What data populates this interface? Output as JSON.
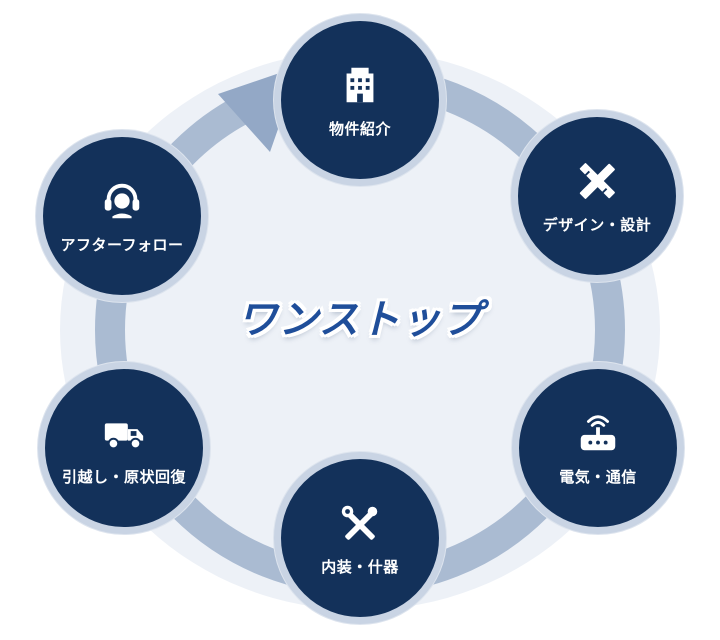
{
  "center_title": "ワンストップ",
  "nodes": [
    {
      "label": "物件紹介",
      "icon": "building-icon"
    },
    {
      "label": "デザイン・設計",
      "icon": "pencil-ruler-icon"
    },
    {
      "label": "電気・通信",
      "icon": "router-icon"
    },
    {
      "label": "内装・什器",
      "icon": "tools-icon"
    },
    {
      "label": "引越し・原状回復",
      "icon": "truck-icon"
    },
    {
      "label": "アフターフォロー",
      "icon": "support-headset-icon"
    }
  ],
  "colors": {
    "node_fill": "#13315a",
    "ring": "#93a8c6",
    "background_circle": "#edf1f7",
    "title": "#1f4e9a"
  }
}
